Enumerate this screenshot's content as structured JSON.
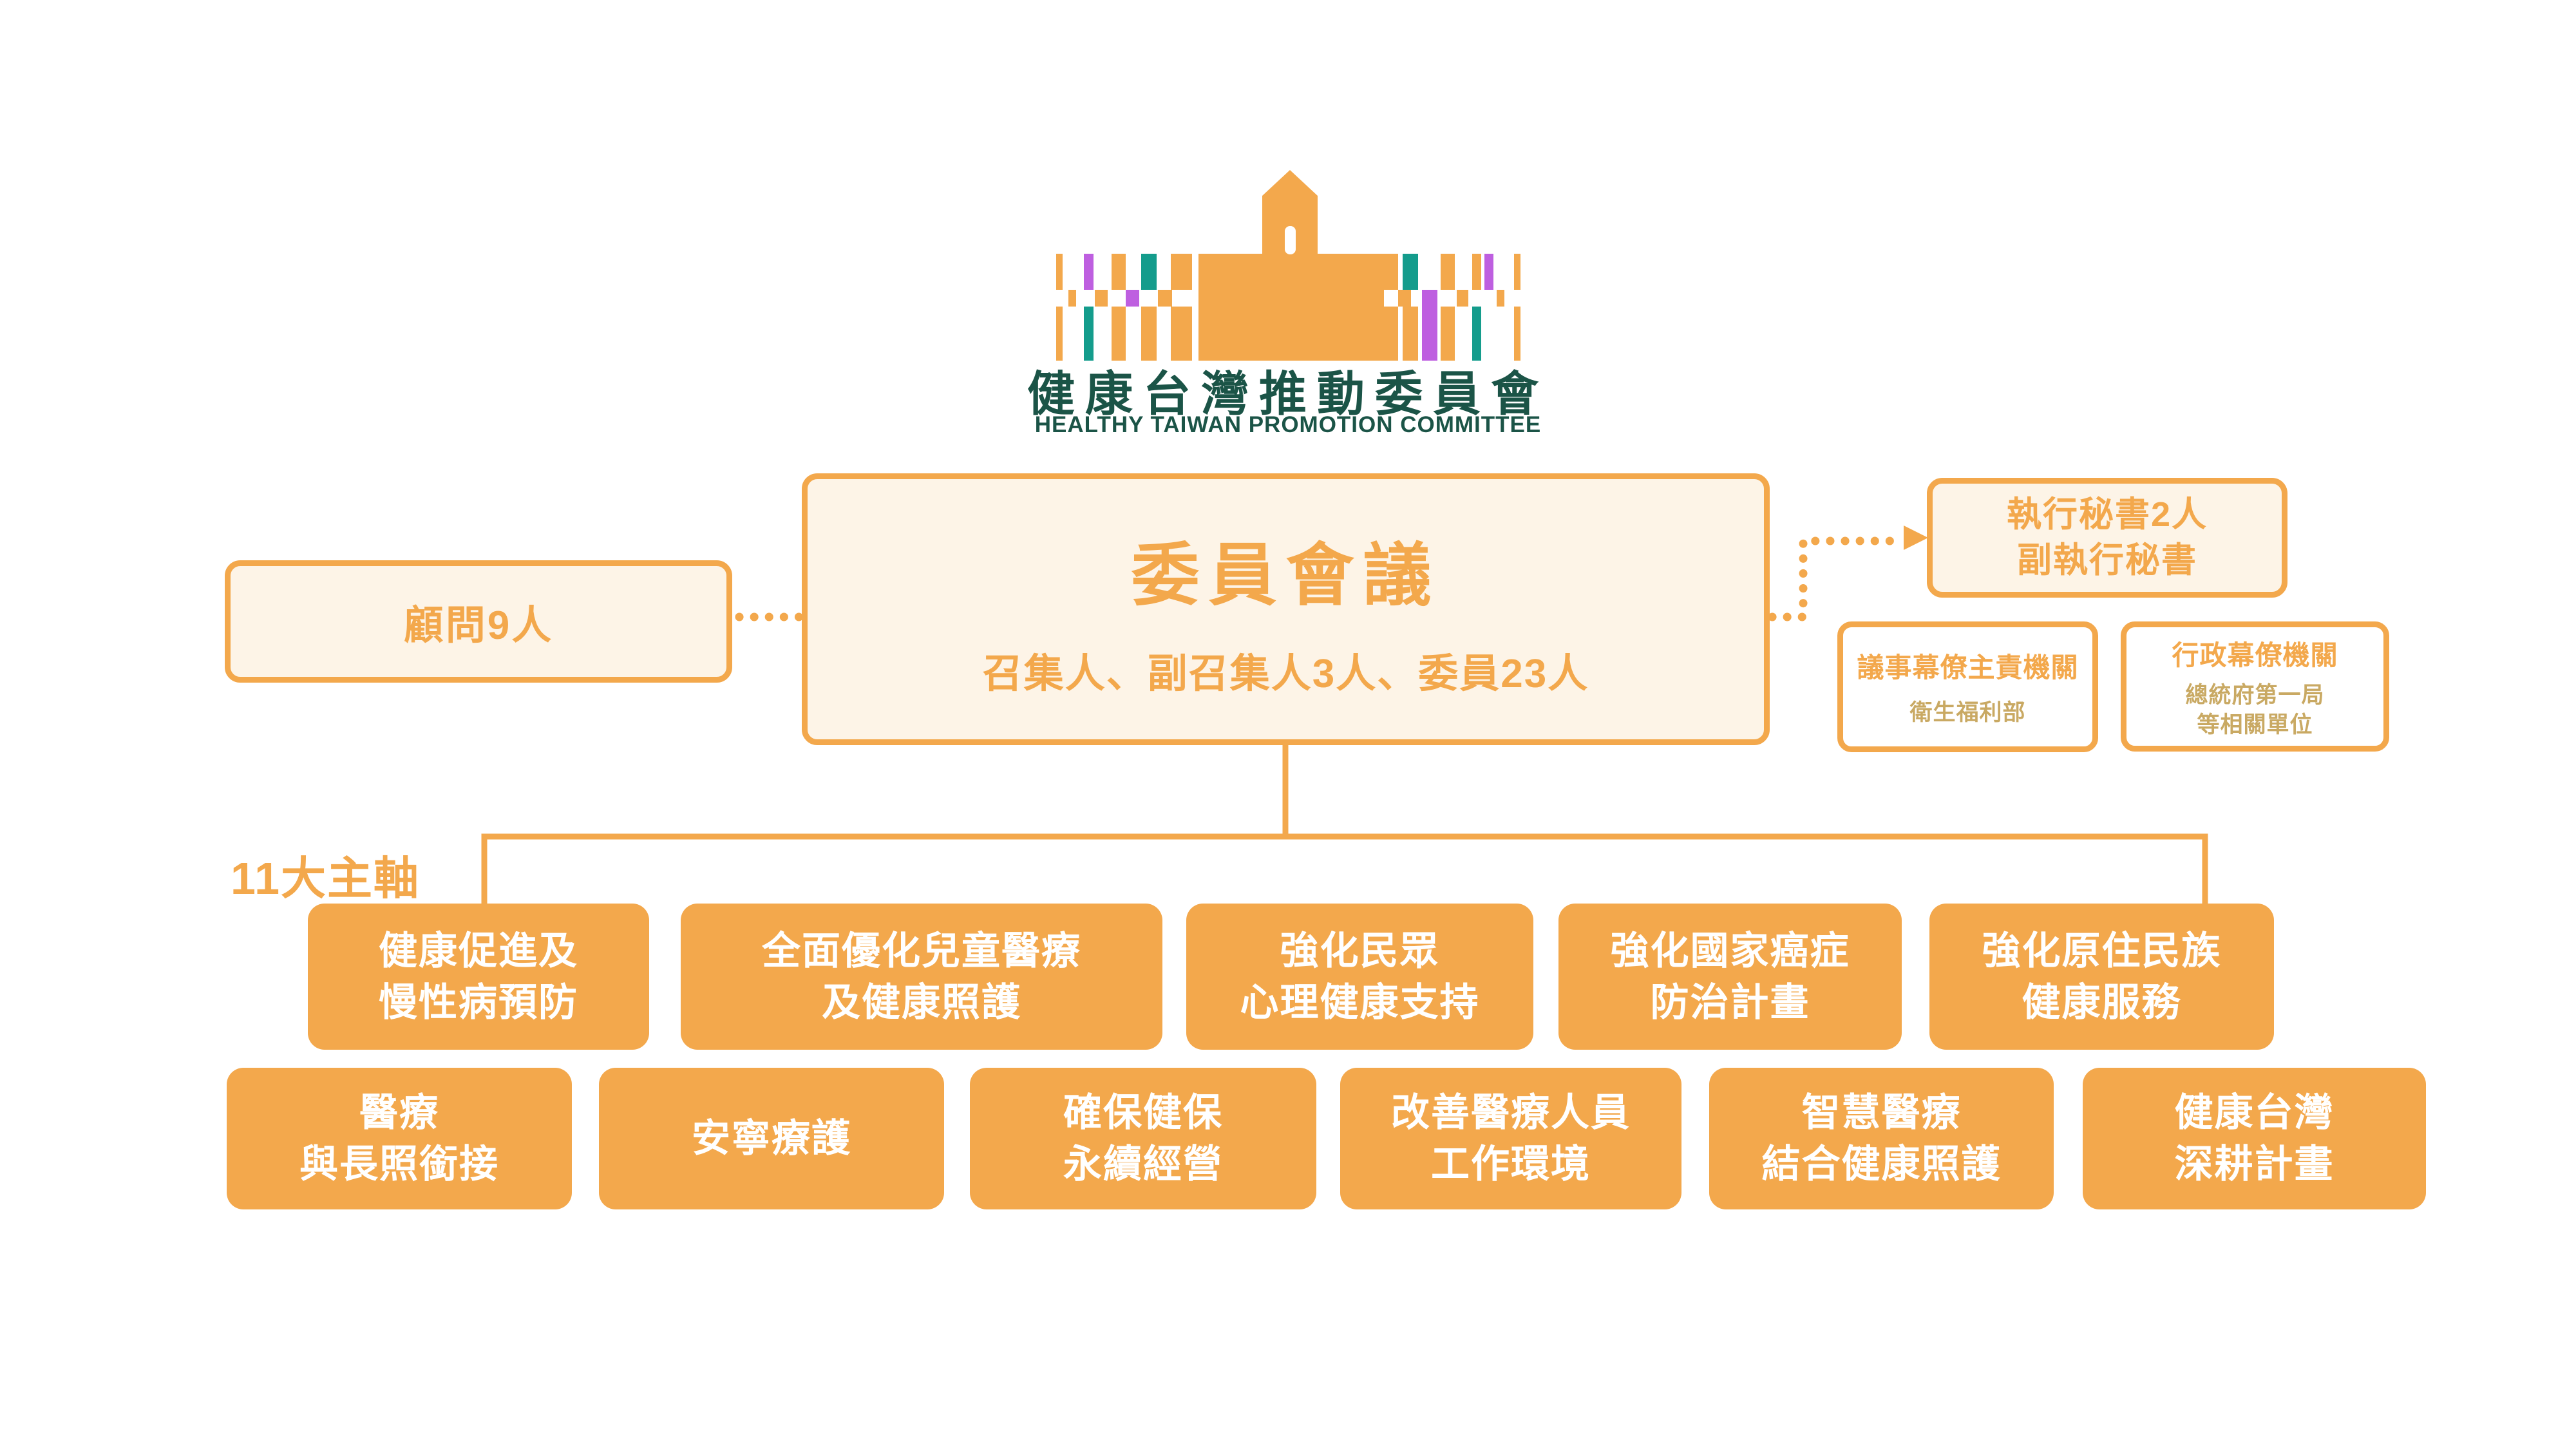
{
  "logo": {
    "title": "健康台灣推動委員會",
    "subtitle": "HEALTHY TAIWAN PROMOTION COMMITTEE",
    "icon": "presidential-office-building-pixel-logo"
  },
  "advisor_box": {
    "label": "顧問9人"
  },
  "committee_box": {
    "title": "委員會議",
    "subtitle": "召集人、副召集人3人、委員23人"
  },
  "secretary_box": {
    "lines": [
      "執行秘書2人",
      "副執行秘書"
    ]
  },
  "staff_boxes": [
    {
      "title": "議事幕僚主責機關",
      "lines": [
        "衛生福利部"
      ]
    },
    {
      "title": "行政幕僚機關",
      "lines": [
        "總統府第一局",
        "等相關單位"
      ]
    }
  ],
  "axes_label": "11大主軸",
  "axes_row1": [
    {
      "lines": [
        "健康促進及",
        "慢性病預防"
      ]
    },
    {
      "lines": [
        "全面優化兒童醫療",
        "及健康照護"
      ]
    },
    {
      "lines": [
        "強化民眾",
        "心理健康支持"
      ]
    },
    {
      "lines": [
        "強化國家癌症",
        "防治計畫"
      ]
    },
    {
      "lines": [
        "強化原住民族",
        "健康服務"
      ]
    }
  ],
  "axes_row2": [
    {
      "lines": [
        "醫療",
        "與長照銜接"
      ]
    },
    {
      "lines": [
        "安寧療護"
      ]
    },
    {
      "lines": [
        "確保健保",
        "永續經營"
      ]
    },
    {
      "lines": [
        "改善醫療人員",
        "工作環境"
      ]
    },
    {
      "lines": [
        "智慧醫療",
        "結合健康照護"
      ]
    },
    {
      "lines": [
        "健康台灣",
        "深耕計畫"
      ]
    }
  ],
  "colors": {
    "orange": "#F3A84C",
    "cream": "#FDF4E7",
    "dark_green": "#1B5447",
    "teal": "#149C8C",
    "purple": "#BE5FE0",
    "tan": "#C9A963"
  }
}
